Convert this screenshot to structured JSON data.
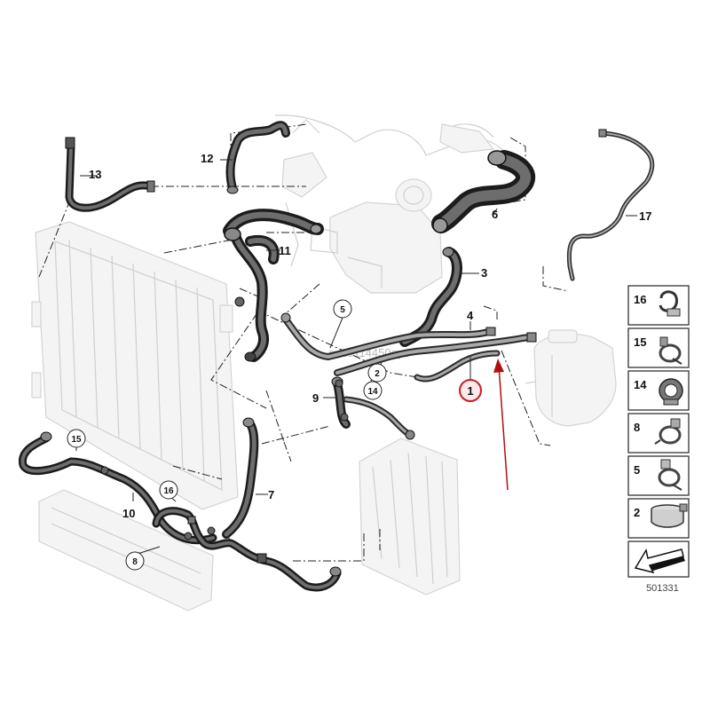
{
  "callouts": {
    "c1": "1",
    "c2": "2",
    "c3": "3",
    "c4": "4",
    "c5": "5",
    "c6": "6",
    "c7": "7",
    "c8": "8",
    "c9": "9",
    "c10": "10",
    "c11": "11",
    "c12": "12",
    "c13": "13",
    "c14": "14",
    "c15": "15",
    "c16": "16",
    "c17": "17"
  },
  "legend": {
    "items": [
      {
        "label": "16",
        "icon": "clamp-16-icon"
      },
      {
        "label": "15",
        "icon": "clamp-15-icon"
      },
      {
        "label": "14",
        "icon": "clamp-14-icon"
      },
      {
        "label": "8",
        "icon": "clamp-8-icon"
      },
      {
        "label": "5",
        "icon": "clamp-5-icon"
      },
      {
        "label": "2",
        "icon": "clamp-2-icon"
      }
    ],
    "arrow_icon": "direction-arrow-icon"
  },
  "diagram_number": "501331",
  "watermark": "cn20114450gye",
  "highlight": {
    "circle_color": "#cc1f1f",
    "arrow_color": "#b01010",
    "part": "1"
  }
}
